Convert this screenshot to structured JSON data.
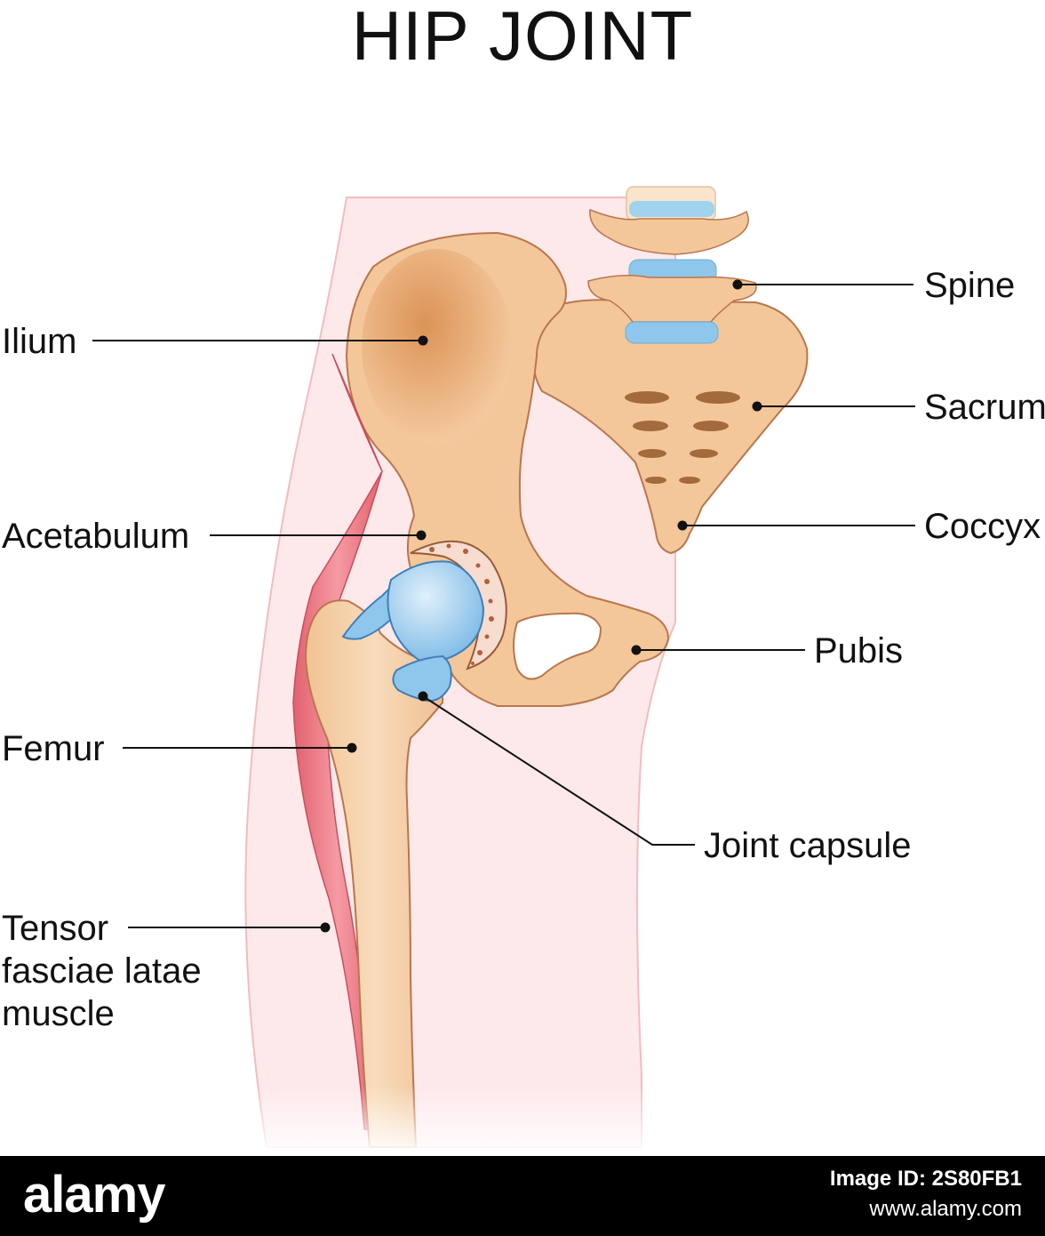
{
  "title": "HIP JOINT",
  "labels": {
    "ilium": "Ilium",
    "acetabulum": "Acetabulum",
    "femur": "Femur",
    "tensor_line1": "Tensor",
    "tensor_line2": "fasciae latae",
    "tensor_line3": "muscle",
    "spine": "Spine",
    "sacrum": "Sacrum",
    "coccyx": "Coccyx",
    "pubis": "Pubis",
    "joint_capsule": "Joint capsule"
  },
  "footer": {
    "brand": "alamy",
    "image_id": "Image ID: 2S80FB1",
    "website": "www.alamy.com"
  },
  "colors": {
    "bone": "#f3c79a",
    "bone_outline": "#b9764d",
    "cartilage": "#8fc6ec",
    "muscle": "#e8737f",
    "skin": "#fde9ea"
  }
}
